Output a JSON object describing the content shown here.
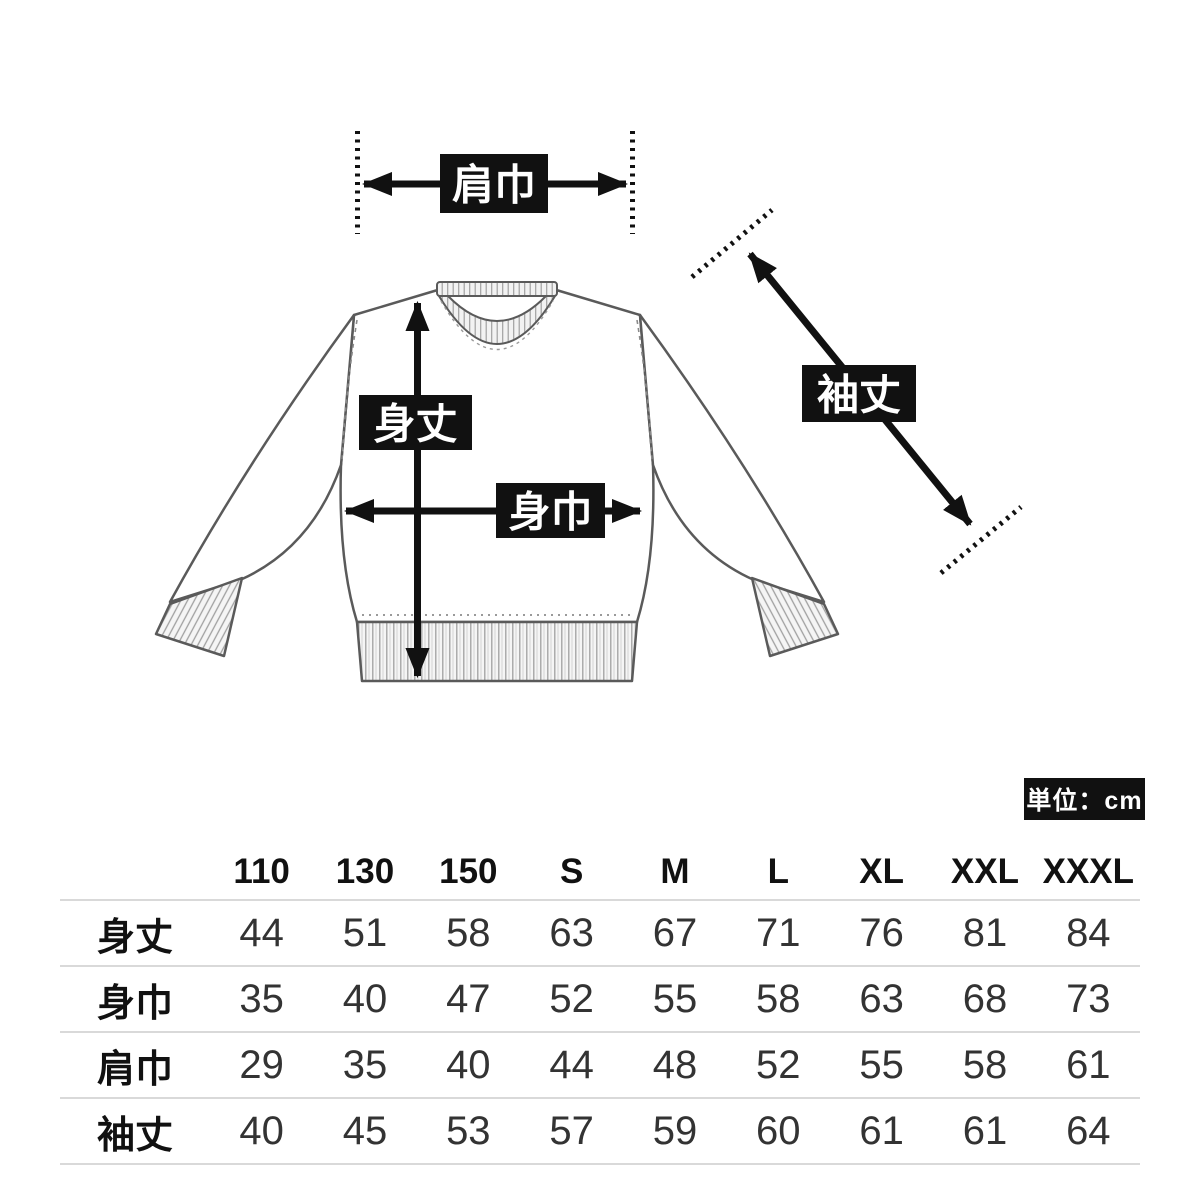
{
  "page": {
    "background": "#ffffff"
  },
  "diagram": {
    "labels": {
      "shoulder_width": "肩巾",
      "body_length": "身丈",
      "body_width": "身巾",
      "sleeve_length": "袖丈"
    },
    "colors": {
      "label_bg": "#111111",
      "label_text": "#ffffff",
      "outline": "#5a5a5a",
      "arrow": "#111111",
      "seam": "#8a8a8a",
      "rib_line": "#a0a0a0",
      "rib_fill": "#f5f5f5",
      "divider": "#d9d9d9"
    }
  },
  "table": {
    "unit_label": "単位：cm",
    "columns": [
      "110",
      "130",
      "150",
      "S",
      "M",
      "L",
      "XL",
      "XXL",
      "XXXL"
    ],
    "rows": [
      {
        "label": "身丈",
        "values": [
          44,
          51,
          58,
          63,
          67,
          71,
          76,
          81,
          84
        ]
      },
      {
        "label": "身巾",
        "values": [
          35,
          40,
          47,
          52,
          55,
          58,
          63,
          68,
          73
        ]
      },
      {
        "label": "肩巾",
        "values": [
          29,
          35,
          40,
          44,
          48,
          52,
          55,
          58,
          61
        ]
      },
      {
        "label": "袖丈",
        "values": [
          40,
          45,
          53,
          57,
          59,
          60,
          61,
          61,
          64
        ]
      }
    ]
  },
  "chart_data": {
    "type": "table",
    "unit": "cm",
    "categories": [
      "110",
      "130",
      "150",
      "S",
      "M",
      "L",
      "XL",
      "XXL",
      "XXXL"
    ],
    "series": [
      {
        "name": "身丈",
        "values": [
          44,
          51,
          58,
          63,
          67,
          71,
          76,
          81,
          84
        ]
      },
      {
        "name": "身巾",
        "values": [
          35,
          40,
          47,
          52,
          55,
          58,
          63,
          68,
          73
        ]
      },
      {
        "name": "肩巾",
        "values": [
          29,
          35,
          40,
          44,
          48,
          52,
          55,
          58,
          61
        ]
      },
      {
        "name": "袖丈",
        "values": [
          40,
          45,
          53,
          57,
          59,
          60,
          61,
          61,
          64
        ]
      }
    ]
  }
}
